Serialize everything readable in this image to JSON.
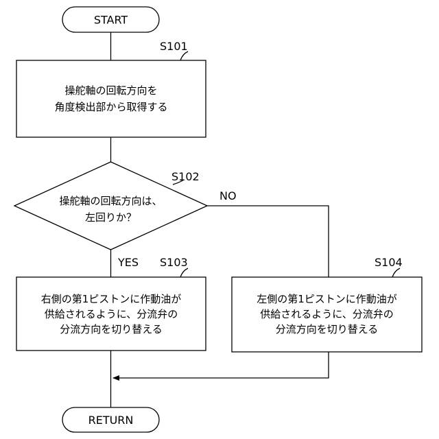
{
  "flowchart": {
    "start": {
      "label": "START"
    },
    "s101": {
      "step_label": "S101",
      "lines": [
        "操舵軸の回転方向を",
        "角度検出部から取得する"
      ]
    },
    "s102": {
      "step_label": "S102",
      "lines": [
        "操舵軸の回転方向は、",
        "左回りか？"
      ]
    },
    "s103": {
      "step_label": "S103",
      "lines": [
        "右側の第1ピストンに作動油が",
        "供給されるように、分流弁の",
        "分流方向を切り替える"
      ]
    },
    "s104": {
      "step_label": "S104",
      "lines": [
        "左側の第1ピストンに作動油が",
        "供給されるように、分流弁の",
        "分流方向を切り替える"
      ]
    },
    "branch_yes": "YES",
    "branch_no": "NO",
    "end": {
      "label": "RETURN"
    }
  }
}
